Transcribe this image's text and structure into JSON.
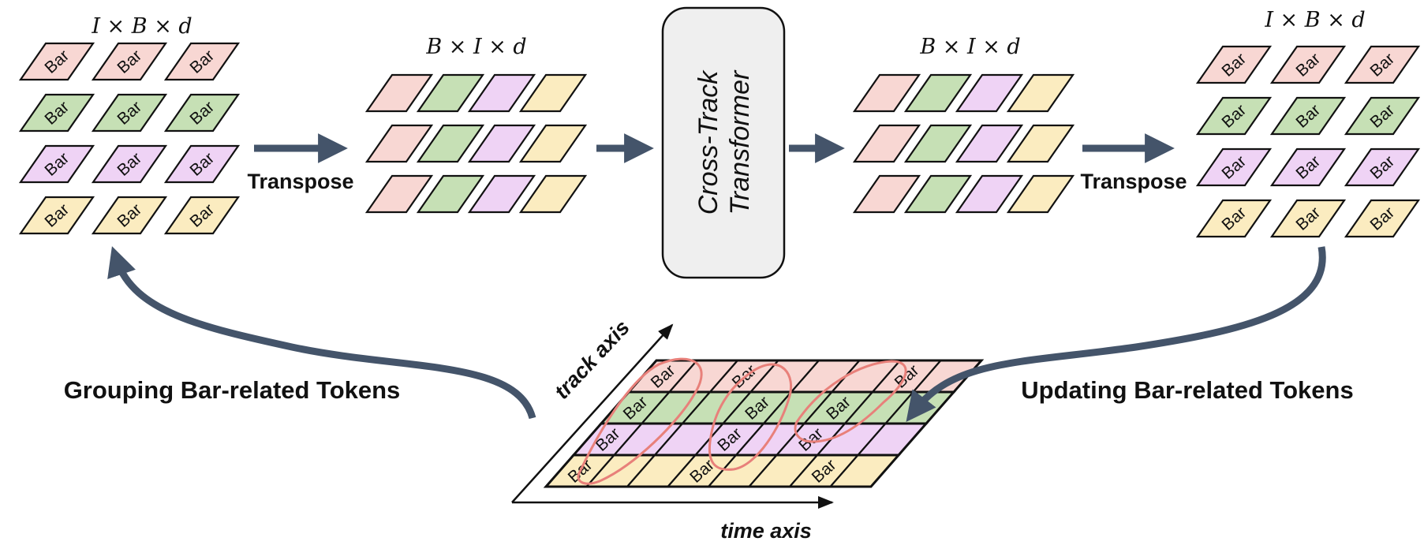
{
  "colors": {
    "pink": "#f8d7d3",
    "green": "#c6e0b5",
    "purple": "#efd3f5",
    "yellow": "#fbecc0",
    "arrow": "#44546a",
    "box_fill": "#efefef",
    "curve_red": "#e8807a"
  },
  "labels": {
    "shape_left": "I × B × d",
    "shape_mid_left": "B × I × d",
    "shape_mid_right": "B × I × d",
    "shape_right": "I × B × d",
    "transpose_left": "Transpose",
    "transpose_right": "Transpose",
    "transformer_line1": "Cross-Track",
    "transformer_line2": "Transformer",
    "grouping": "Grouping Bar-related Tokens",
    "updating": "Updating Bar-related Tokens",
    "track_axis": "track axis",
    "time_axis": "time axis",
    "bar": "Bar"
  },
  "left_grid_rows": [
    "pink",
    "green",
    "purple",
    "yellow"
  ],
  "mid_grid_cols": [
    "pink",
    "green",
    "purple",
    "yellow"
  ],
  "bottom_grid_rows": [
    "pink",
    "green",
    "purple",
    "yellow"
  ]
}
